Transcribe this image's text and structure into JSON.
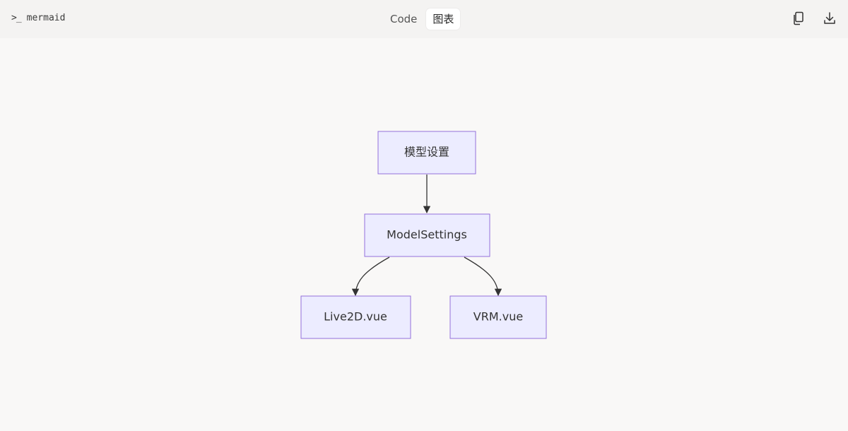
{
  "header": {
    "language_label": "mermaid",
    "prompt_icon_glyph": ">_",
    "tabs": [
      {
        "label": "Code",
        "active": false
      },
      {
        "label": "图表",
        "active": true
      }
    ],
    "actions": [
      {
        "icon": "copy-icon"
      },
      {
        "icon": "download-icon"
      }
    ]
  },
  "diagram": {
    "type": "flowchart",
    "direction": "TD",
    "node_fill": "#ececff",
    "node_stroke": "#9370db",
    "edge_color": "#333333",
    "nodes": [
      {
        "id": "A",
        "label": "模型设置"
      },
      {
        "id": "B",
        "label": "ModelSettings"
      },
      {
        "id": "C",
        "label": "Live2D.vue"
      },
      {
        "id": "D",
        "label": "VRM.vue"
      }
    ],
    "edges": [
      {
        "from": "A",
        "to": "B"
      },
      {
        "from": "B",
        "to": "C"
      },
      {
        "from": "B",
        "to": "D"
      }
    ]
  }
}
